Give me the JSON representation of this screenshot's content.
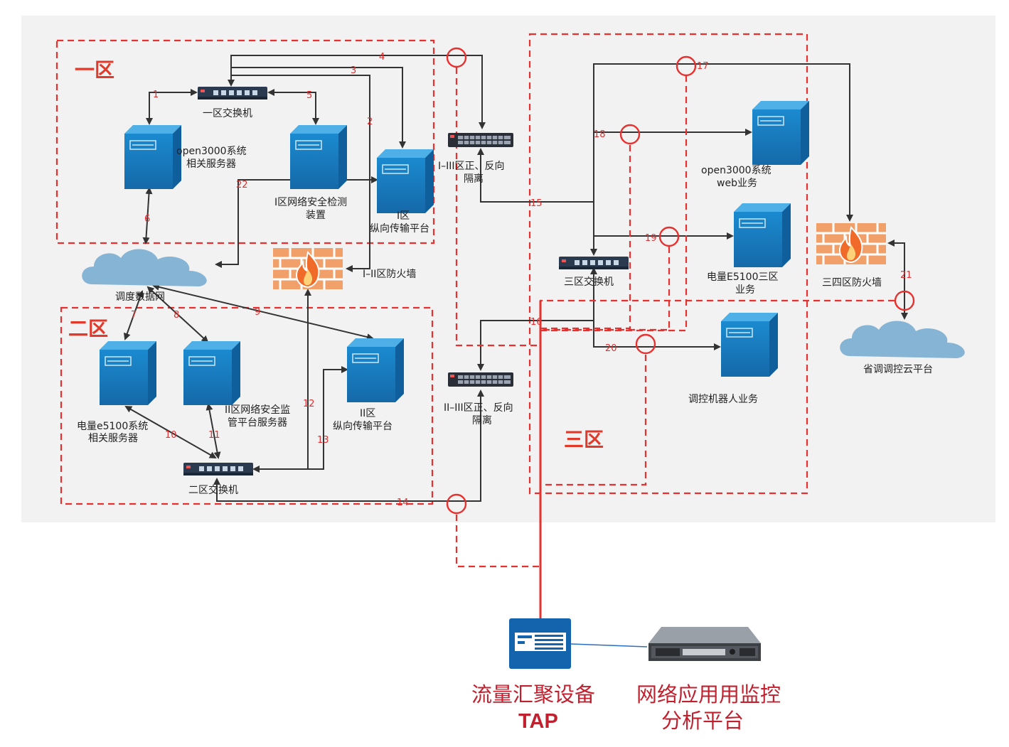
{
  "zones": {
    "zone1": "一区",
    "zone2": "二区",
    "zone3": "三区"
  },
  "nodes": {
    "switch1": "一区交换机",
    "open3000": [
      "open3000系统",
      "相关服务器"
    ],
    "ids1": [
      "I区网络安全检测",
      "装置"
    ],
    "vtp1": [
      "I区",
      "纵向传输平台"
    ],
    "cloud_dispatch": "调度数据网",
    "fw12": "I–II区防火墙",
    "iso13": [
      "I–III区正、反向",
      "隔离"
    ],
    "iso23": [
      "II–III区正、反向",
      "隔离"
    ],
    "e5100_2": [
      "电量e5100系统",
      "相关服务器"
    ],
    "secmgmt2": [
      "II区网络安全监",
      "管平台服务器"
    ],
    "vtp2": [
      "II区",
      "纵向传输平台"
    ],
    "switch2": "二区交换机",
    "switch3": "三区交换机",
    "open3000web": [
      "open3000系统",
      "web业务"
    ],
    "e5100_3": [
      "电量E5100三区",
      "业务"
    ],
    "robot": "调控机器人业务",
    "fw34": "三四区防火墙",
    "cloud_province": "省调调控云平台",
    "tap": [
      "流量汇聚设备",
      "TAP"
    ],
    "npm": [
      "网络应用用监控",
      "分析平台"
    ]
  },
  "links": [
    "1",
    "2",
    "3",
    "4",
    "5",
    "6",
    "7",
    "8",
    "9",
    "10",
    "11",
    "12",
    "13",
    "14",
    "15",
    "16",
    "17",
    "18",
    "19",
    "20",
    "21",
    "22"
  ],
  "colors": {
    "server": "#1a7fc4",
    "zone_border": "#e8302e",
    "firewall": "#f08a4b",
    "cloud": "#7fb1d2",
    "title_red": "#c0212e"
  },
  "icons": [
    "server-icon",
    "switch-icon",
    "firewall-icon",
    "cloud-icon",
    "tap-device-icon",
    "rack-server-icon",
    "tap-point-icon"
  ]
}
